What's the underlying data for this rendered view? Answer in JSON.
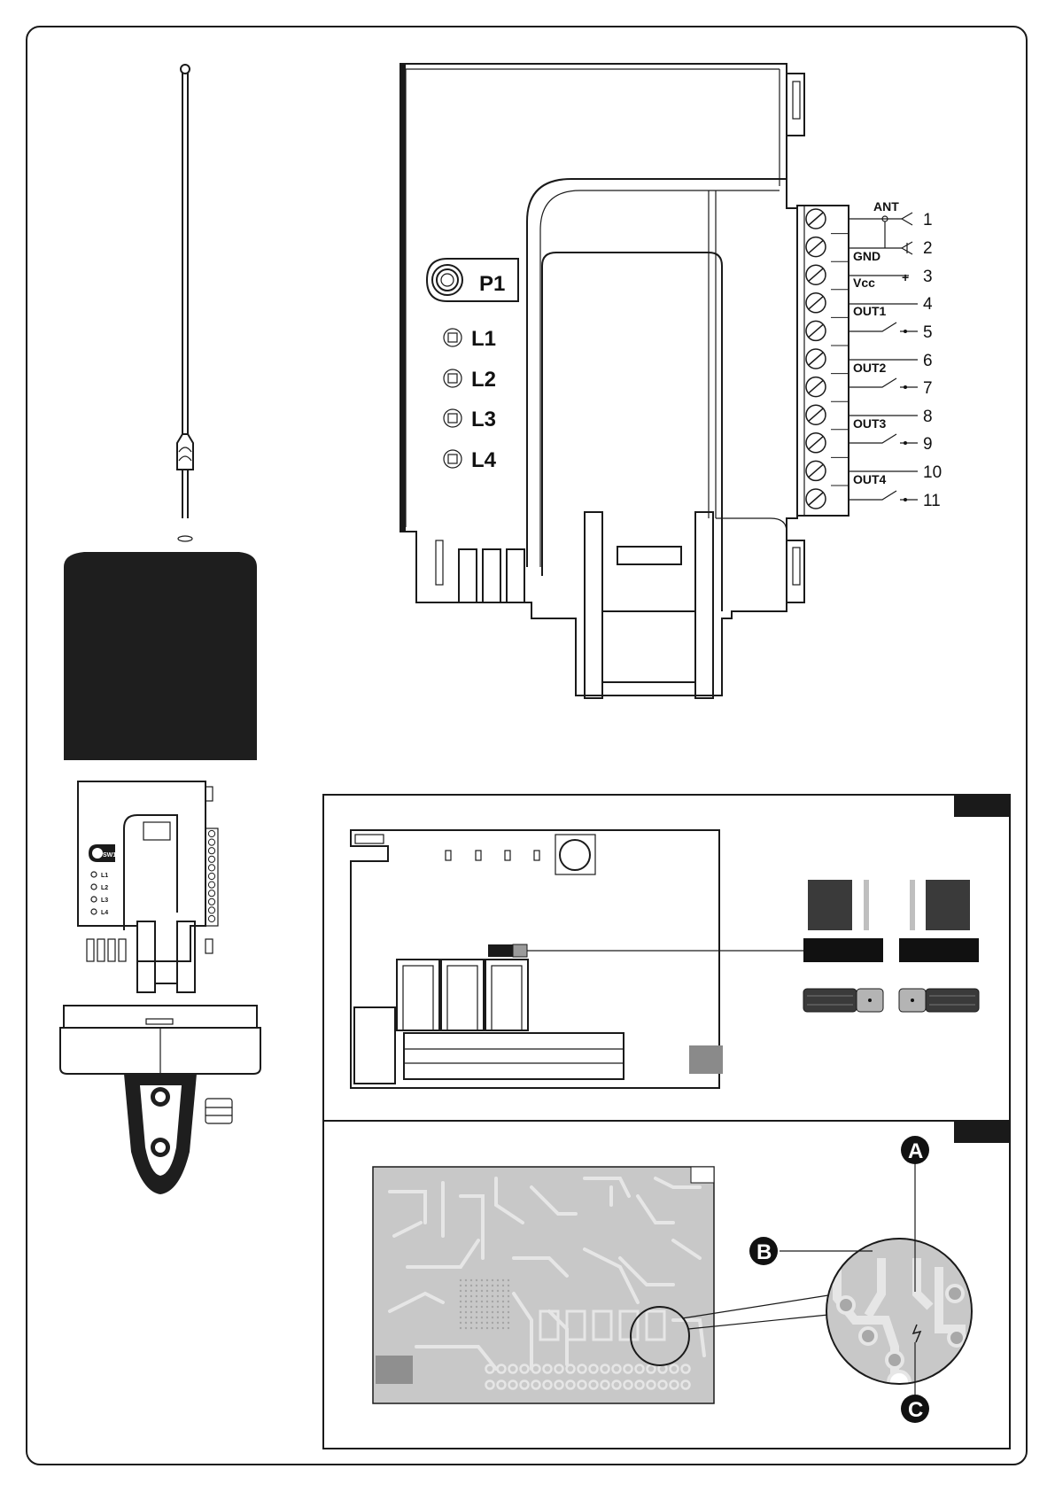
{
  "receiver": {
    "button_label": "P1",
    "leds": [
      "L1",
      "L2",
      "L3",
      "L4"
    ]
  },
  "terminal_block": {
    "signals": [
      {
        "name": "ANT",
        "pin": "1"
      },
      {
        "name": "GND",
        "pin": "2"
      },
      {
        "name": "Vcc",
        "pin": "3"
      },
      {
        "name": "OUT1",
        "pins": [
          "4",
          "5"
        ]
      },
      {
        "name": "OUT2",
        "pins": [
          "6",
          "7"
        ]
      },
      {
        "name": "OUT3",
        "pins": [
          "8",
          "9"
        ]
      },
      {
        "name": "OUT4",
        "pins": [
          "10",
          "11"
        ]
      }
    ],
    "plus_symbol": "+",
    "pins": [
      "1",
      "2",
      "3",
      "4",
      "5",
      "6",
      "7",
      "8",
      "9",
      "10",
      "11"
    ]
  },
  "mini_receiver": {
    "button_label": "SW1",
    "leds": [
      "L1",
      "L2",
      "L3",
      "L4"
    ]
  },
  "pcb_detail": {
    "callouts": [
      "A",
      "B",
      "C"
    ]
  },
  "colors": {
    "line": "#1a1a1a",
    "pcb_fill": "#c8c8c8",
    "pcb_trace": "#e6e6e6",
    "jumper_dark": "#2b2b2b",
    "jumper_grey": "#9a9a9a",
    "callout_fill": "#111111"
  }
}
